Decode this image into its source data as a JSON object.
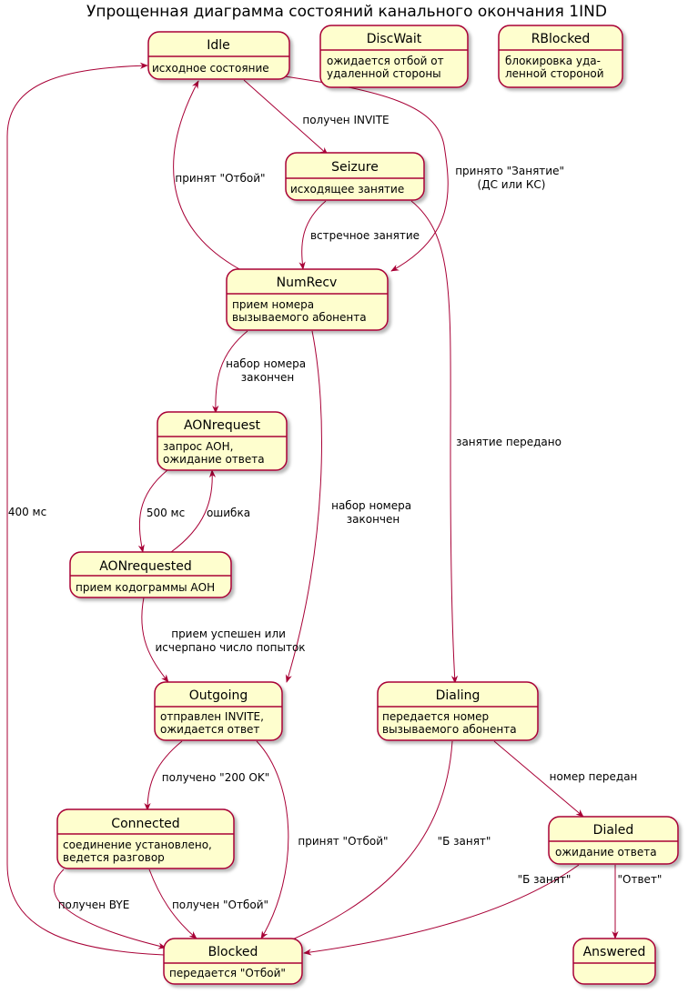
{
  "title": "Упрощенная диаграмма состояний канального окончания 1IND",
  "colors": {
    "state_fill": "#FEFECE",
    "state_border": "#A80036",
    "edge": "#A80036"
  },
  "states": {
    "idle": {
      "name": "Idle",
      "desc": [
        "исходное состояние"
      ]
    },
    "discwait": {
      "name": "DiscWait",
      "desc": [
        "ожидается отбой от",
        "удаленной стороны"
      ]
    },
    "rblocked": {
      "name": "RBlocked",
      "desc": [
        "блокировка уда-",
        "ленной стороной"
      ]
    },
    "seizure": {
      "name": "Seizure",
      "desc": [
        "исходящее занятие"
      ]
    },
    "numrecv": {
      "name": "NumRecv",
      "desc": [
        "прием номера",
        "вызываемого абонента"
      ]
    },
    "aonrequest": {
      "name": "AONrequest",
      "desc": [
        "запрос АОН,",
        "ожидание ответа"
      ]
    },
    "aonrequested": {
      "name": "AONrequested",
      "desc": [
        "прием кодограммы АОН"
      ]
    },
    "outgoing": {
      "name": "Outgoing",
      "desc": [
        "отправлен INVITE,",
        "ожидается ответ"
      ]
    },
    "dialing": {
      "name": "Dialing",
      "desc": [
        "передается номер",
        "вызываемого абонента"
      ]
    },
    "connected": {
      "name": "Connected",
      "desc": [
        "соединение установлено,",
        "ведется разговор"
      ]
    },
    "dialed": {
      "name": "Dialed",
      "desc": [
        "ожидание ответа"
      ]
    },
    "blocked": {
      "name": "Blocked",
      "desc": [
        "передается \"Отбой\""
      ]
    },
    "answered": {
      "name": "Answered",
      "desc": []
    }
  },
  "transitions": [
    {
      "id": "idle-seizure",
      "from": "Idle",
      "to": "Seizure",
      "label": [
        "получен INVITE"
      ]
    },
    {
      "id": "idle-numrecv",
      "from": "Idle",
      "to": "NumRecv",
      "label": [
        "принято \"Занятие\"",
        "(ДС или КС)"
      ]
    },
    {
      "id": "numrecv-idle",
      "from": "NumRecv",
      "to": "Idle",
      "label": [
        "принят \"Отбой\""
      ]
    },
    {
      "id": "seizure-numrecv",
      "from": "Seizure",
      "to": "NumRecv",
      "label": [
        "встречное занятие"
      ]
    },
    {
      "id": "seizure-dialing",
      "from": "Seizure",
      "to": "Dialing",
      "label": [
        "занятие передано"
      ]
    },
    {
      "id": "numrecv-aonrequest",
      "from": "NumRecv",
      "to": "AONrequest",
      "label": [
        "набор номера",
        "закончен"
      ]
    },
    {
      "id": "numrecv-outgoing",
      "from": "NumRecv",
      "to": "Outgoing",
      "label": [
        "набор номера",
        "закончен"
      ]
    },
    {
      "id": "aonrequest-aonrequested",
      "from": "AONrequest",
      "to": "AONrequested",
      "label": [
        "500 мс"
      ]
    },
    {
      "id": "aonrequested-aonrequest",
      "from": "AONrequested",
      "to": "AONrequest",
      "label": [
        "ошибка"
      ]
    },
    {
      "id": "aonrequested-outgoing",
      "from": "AONrequested",
      "to": "Outgoing",
      "label": [
        "прием успешен или",
        "исчерпано число попыток"
      ]
    },
    {
      "id": "outgoing-connected",
      "from": "Outgoing",
      "to": "Connected",
      "label": [
        "получено \"200 OK\""
      ]
    },
    {
      "id": "outgoing-blocked",
      "from": "Outgoing",
      "to": "Blocked",
      "label": [
        "принят \"Отбой\""
      ]
    },
    {
      "id": "connected-blocked-bye",
      "from": "Connected",
      "to": "Blocked",
      "label": [
        "получен BYE"
      ]
    },
    {
      "id": "connected-blocked-otboy",
      "from": "Connected",
      "to": "Blocked",
      "label": [
        "получен \"Отбой\""
      ]
    },
    {
      "id": "dialing-dialed",
      "from": "Dialing",
      "to": "Dialed",
      "label": [
        "номер передан"
      ]
    },
    {
      "id": "dialing-blocked",
      "from": "Dialing",
      "to": "Blocked",
      "label": [
        "\"Б занят\""
      ]
    },
    {
      "id": "dialed-blocked",
      "from": "Dialed",
      "to": "Blocked",
      "label": [
        "\"Б занят\""
      ]
    },
    {
      "id": "dialed-answered",
      "from": "Dialed",
      "to": "Answered",
      "label": [
        "\"Ответ\""
      ]
    },
    {
      "id": "blocked-idle",
      "from": "Blocked",
      "to": "Idle",
      "label": [
        "400 мс"
      ]
    }
  ]
}
